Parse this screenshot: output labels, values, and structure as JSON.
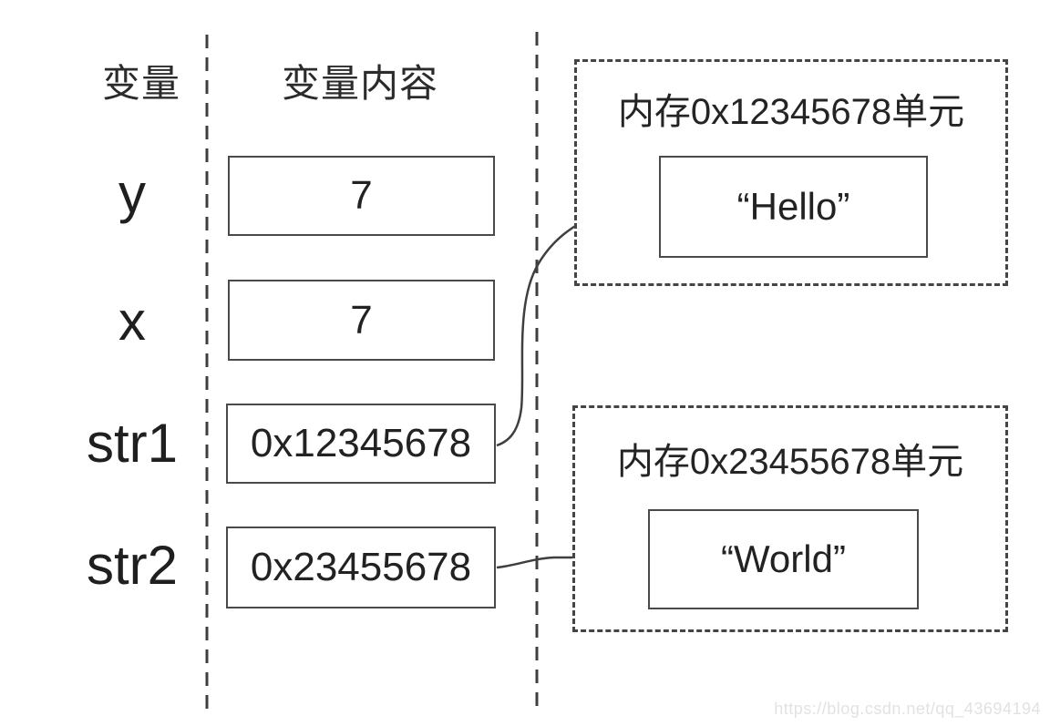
{
  "diagram": {
    "headers": {
      "variables": "变量",
      "contents": "变量内容"
    },
    "rows": [
      {
        "label": "y",
        "value": "7"
      },
      {
        "label": "x",
        "value": "7"
      },
      {
        "label": "str1",
        "value": "0x12345678"
      },
      {
        "label": "str2",
        "value": "0x23455678"
      }
    ],
    "memory_units": [
      {
        "title": "内存0x12345678单元",
        "value": "“Hello”"
      },
      {
        "title": "内存0x23455678单元",
        "value": "“World”"
      }
    ],
    "connections": [
      {
        "from": "str1",
        "to": "内存0x12345678单元"
      },
      {
        "from": "str2",
        "to": "内存0x23455678单元"
      }
    ],
    "watermark": "https://blog.csdn.net/qq_43694194",
    "colors": {
      "background": "#ffffff",
      "line": "#3f3f3f",
      "box_border": "#4a4a4a",
      "text": "#222222",
      "watermark": "#e2e2e2"
    }
  }
}
